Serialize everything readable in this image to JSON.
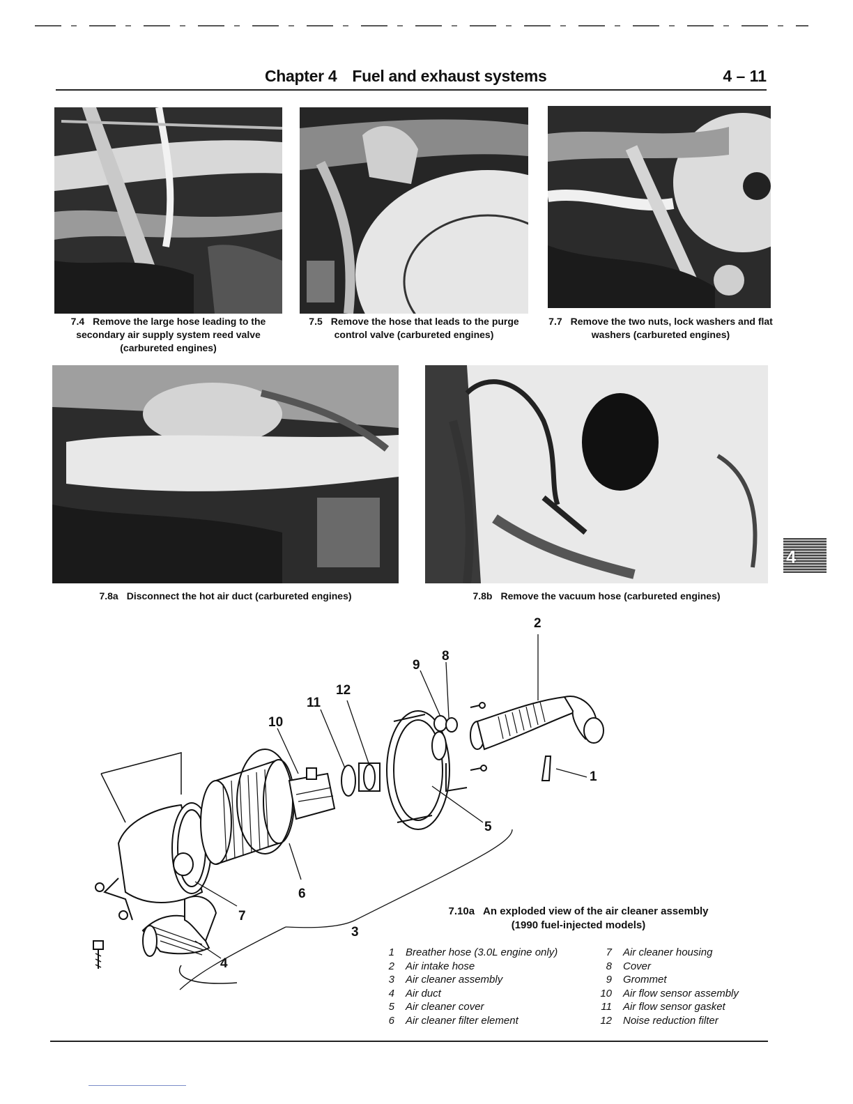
{
  "header": {
    "chapter": "Chapter 4",
    "title": "Fuel and exhaust systems",
    "page": "4 – 11"
  },
  "photos": [
    {
      "num": "7.4",
      "text": "Remove the large hose leading to the secondary air supply system reed valve (carbureted engines)"
    },
    {
      "num": "7.5",
      "text": "Remove the hose that leads to the purge control valve (carbureted engines)"
    },
    {
      "num": "7.7",
      "text": "Remove the two nuts, lock washers and flat washers (carbureted engines)"
    },
    {
      "num": "7.8a",
      "text": "Disconnect the hot air duct (carbureted engines)"
    },
    {
      "num": "7.8b",
      "text": "Remove the vacuum hose (carbureted engines)"
    }
  ],
  "side_tab": "4",
  "figure": {
    "num": "7.10a",
    "title": "An exploded view of the air cleaner assembly",
    "subtitle": "(1990 fuel-injected models)",
    "callouts": [
      "1",
      "2",
      "3",
      "4",
      "5",
      "6",
      "7",
      "8",
      "9",
      "10",
      "11",
      "12"
    ],
    "legend": [
      {
        "n": "1",
        "label": "Breather hose (3.0L engine only)"
      },
      {
        "n": "2",
        "label": "Air intake hose"
      },
      {
        "n": "3",
        "label": "Air cleaner assembly"
      },
      {
        "n": "4",
        "label": "Air duct"
      },
      {
        "n": "5",
        "label": "Air cleaner cover"
      },
      {
        "n": "6",
        "label": "Air cleaner filter element"
      },
      {
        "n": "7",
        "label": "Air cleaner housing"
      },
      {
        "n": "8",
        "label": "Cover"
      },
      {
        "n": "9",
        "label": "Grommet"
      },
      {
        "n": "10",
        "label": "Air flow sensor assembly"
      },
      {
        "n": "11",
        "label": "Air flow sensor gasket"
      },
      {
        "n": "12",
        "label": "Noise reduction filter"
      }
    ]
  }
}
